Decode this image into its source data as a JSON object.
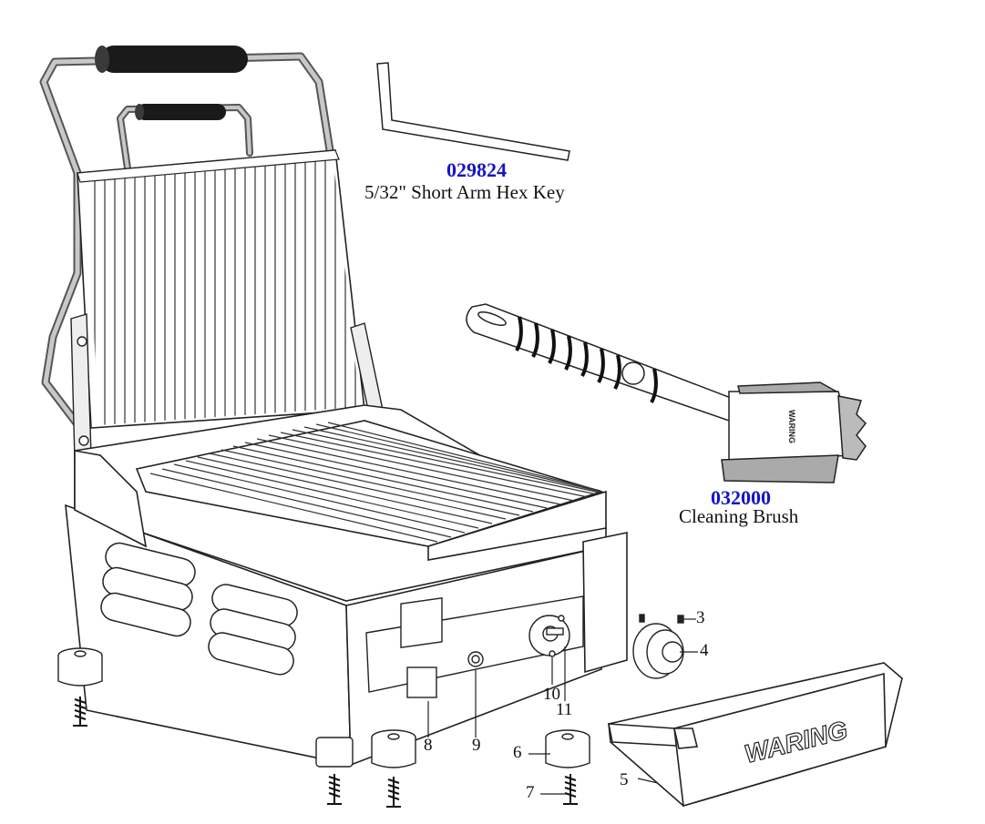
{
  "parts": [
    {
      "number": "029824",
      "name": "5/32\" Short Arm Hex Key"
    },
    {
      "number": "032000",
      "name": "Cleaning Brush"
    }
  ],
  "callouts": [
    "3",
    "4",
    "5",
    "6",
    "7",
    "8",
    "9",
    "10",
    "11"
  ],
  "brand": {
    "tray_logo": "WARING",
    "brush_logo": "WARING"
  },
  "colors": {
    "part_number": "#1515c8",
    "line": "#222222",
    "handle_grip": "#1a1a1a",
    "frame": "#9a9a9a"
  }
}
